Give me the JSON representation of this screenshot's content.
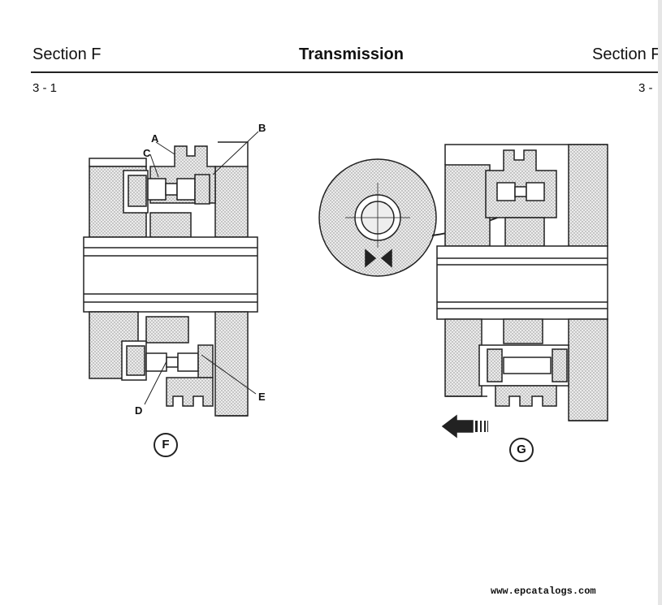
{
  "header": {
    "section_left": "Section F",
    "title": "Transmission",
    "section_right": "Section F"
  },
  "page": {
    "left": "3 - 1",
    "right": "3 -"
  },
  "figure_f": {
    "labels": {
      "a": "A",
      "b": "B",
      "c": "C",
      "d": "D",
      "e": "E"
    },
    "caption": "F"
  },
  "figure_g": {
    "caption": "G"
  },
  "footer": {
    "watermark": "www.epcatalogs.com"
  }
}
